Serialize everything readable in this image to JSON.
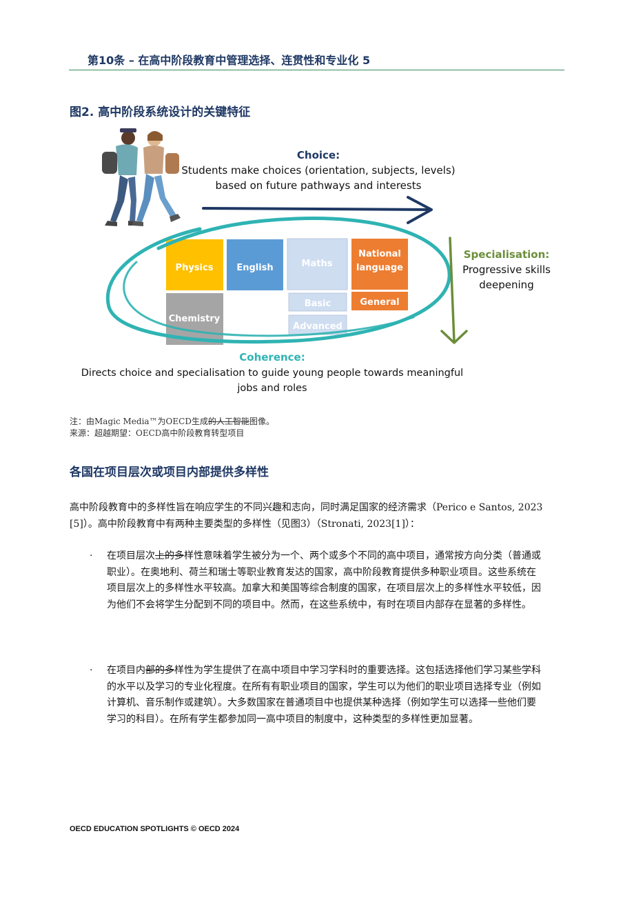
{
  "header": {
    "title": "第10条 – 在高中阶段教育中管理选择、连贯性和专业化   5"
  },
  "figure": {
    "title": "图2. 高中阶段系统设计的关键特征",
    "choice_title": "Choice:",
    "choice_line1": "Students make choices (orientation, subjects, levels)",
    "choice_line2": "based on future pathways and interests",
    "specialisation_title": "Specialisation:",
    "specialisation_line1": "Progressive skills",
    "specialisation_line2": "deepening",
    "coherence_title": "Coherence:",
    "coherence_line1": "Directs choice and specialisation to guide young people towards meaningful",
    "coherence_line2": "jobs and roles",
    "boxes": {
      "physics": "Physics",
      "english": "English",
      "maths": "Maths",
      "national_line1": "National",
      "national_line2": "language",
      "chemistry": "Chemistry",
      "basic": "Basic",
      "general": "General",
      "advanced": "Advanced"
    },
    "colors": {
      "navy": "#1f3864",
      "teal": "#2fb3b3",
      "olive": "#6b8e3a",
      "physics": "#ffc000",
      "english": "#5b9bd5",
      "maths": "#cfddf1",
      "orange": "#ed7d31",
      "chemistry": "#a5a5a5"
    }
  },
  "note": {
    "line1_prefix": "注：由Magic Media™为OECD生成",
    "line1_struck": "的人工智能",
    "line1_suffix": "图像。",
    "line2": "来源：超越期望：OECD高中阶段教育转型项目"
  },
  "section": {
    "heading": "各国在项目层次或项目内部提供多样性",
    "intro": "高中阶段教育中的多样性旨在响应学生的不同兴趣和志向，同时满足国家的经济需求（Perico e Santos, 2023[5]）。高中阶段教育中有两种主要类型的多样性（见图3）（Stronati, 2023[1]）："
  },
  "bullets": [
    {
      "marker": "·",
      "prefix": "在项目层次",
      "struck": "上的多",
      "rest": "样性意味着学生被分为一个、两个或多个不同的高中项目，通常按方向分类（普通或职业）。在奥地利、荷兰和瑞士等职业教育发达的国家，高中阶段教育提供多种职业项目。这些系统在项目层次上的多样性水平较高。加拿大和美国等综合制度的国家，在项目层次上的多样性水平较低，因为他们不会将学生分配到不同的项目中。然而，在这些系统中，有时在项目内部存在显著的多样性。"
    },
    {
      "marker": "·",
      "prefix": "在项目内",
      "struck": "部的多",
      "rest": "样性为学生提供了在高中项目中学习学科时的重要选择。这包括选择他们学习某些学科的水平以及学习的专业化程度。在所有有职业项目的国家，学生可以为他们的职业项目选择专业（例如计算机、音乐制作或建筑）。大多数国家在普通项目中也提供某种选择（例如学生可以选择一些他们要学习的科目）。在所有学生都参加同一高中项目的制度中，这种类型的多样性更加显著。"
    }
  ],
  "footer": {
    "text": "OECD EDUCATION SPOTLIGHTS © OECD 2024"
  }
}
